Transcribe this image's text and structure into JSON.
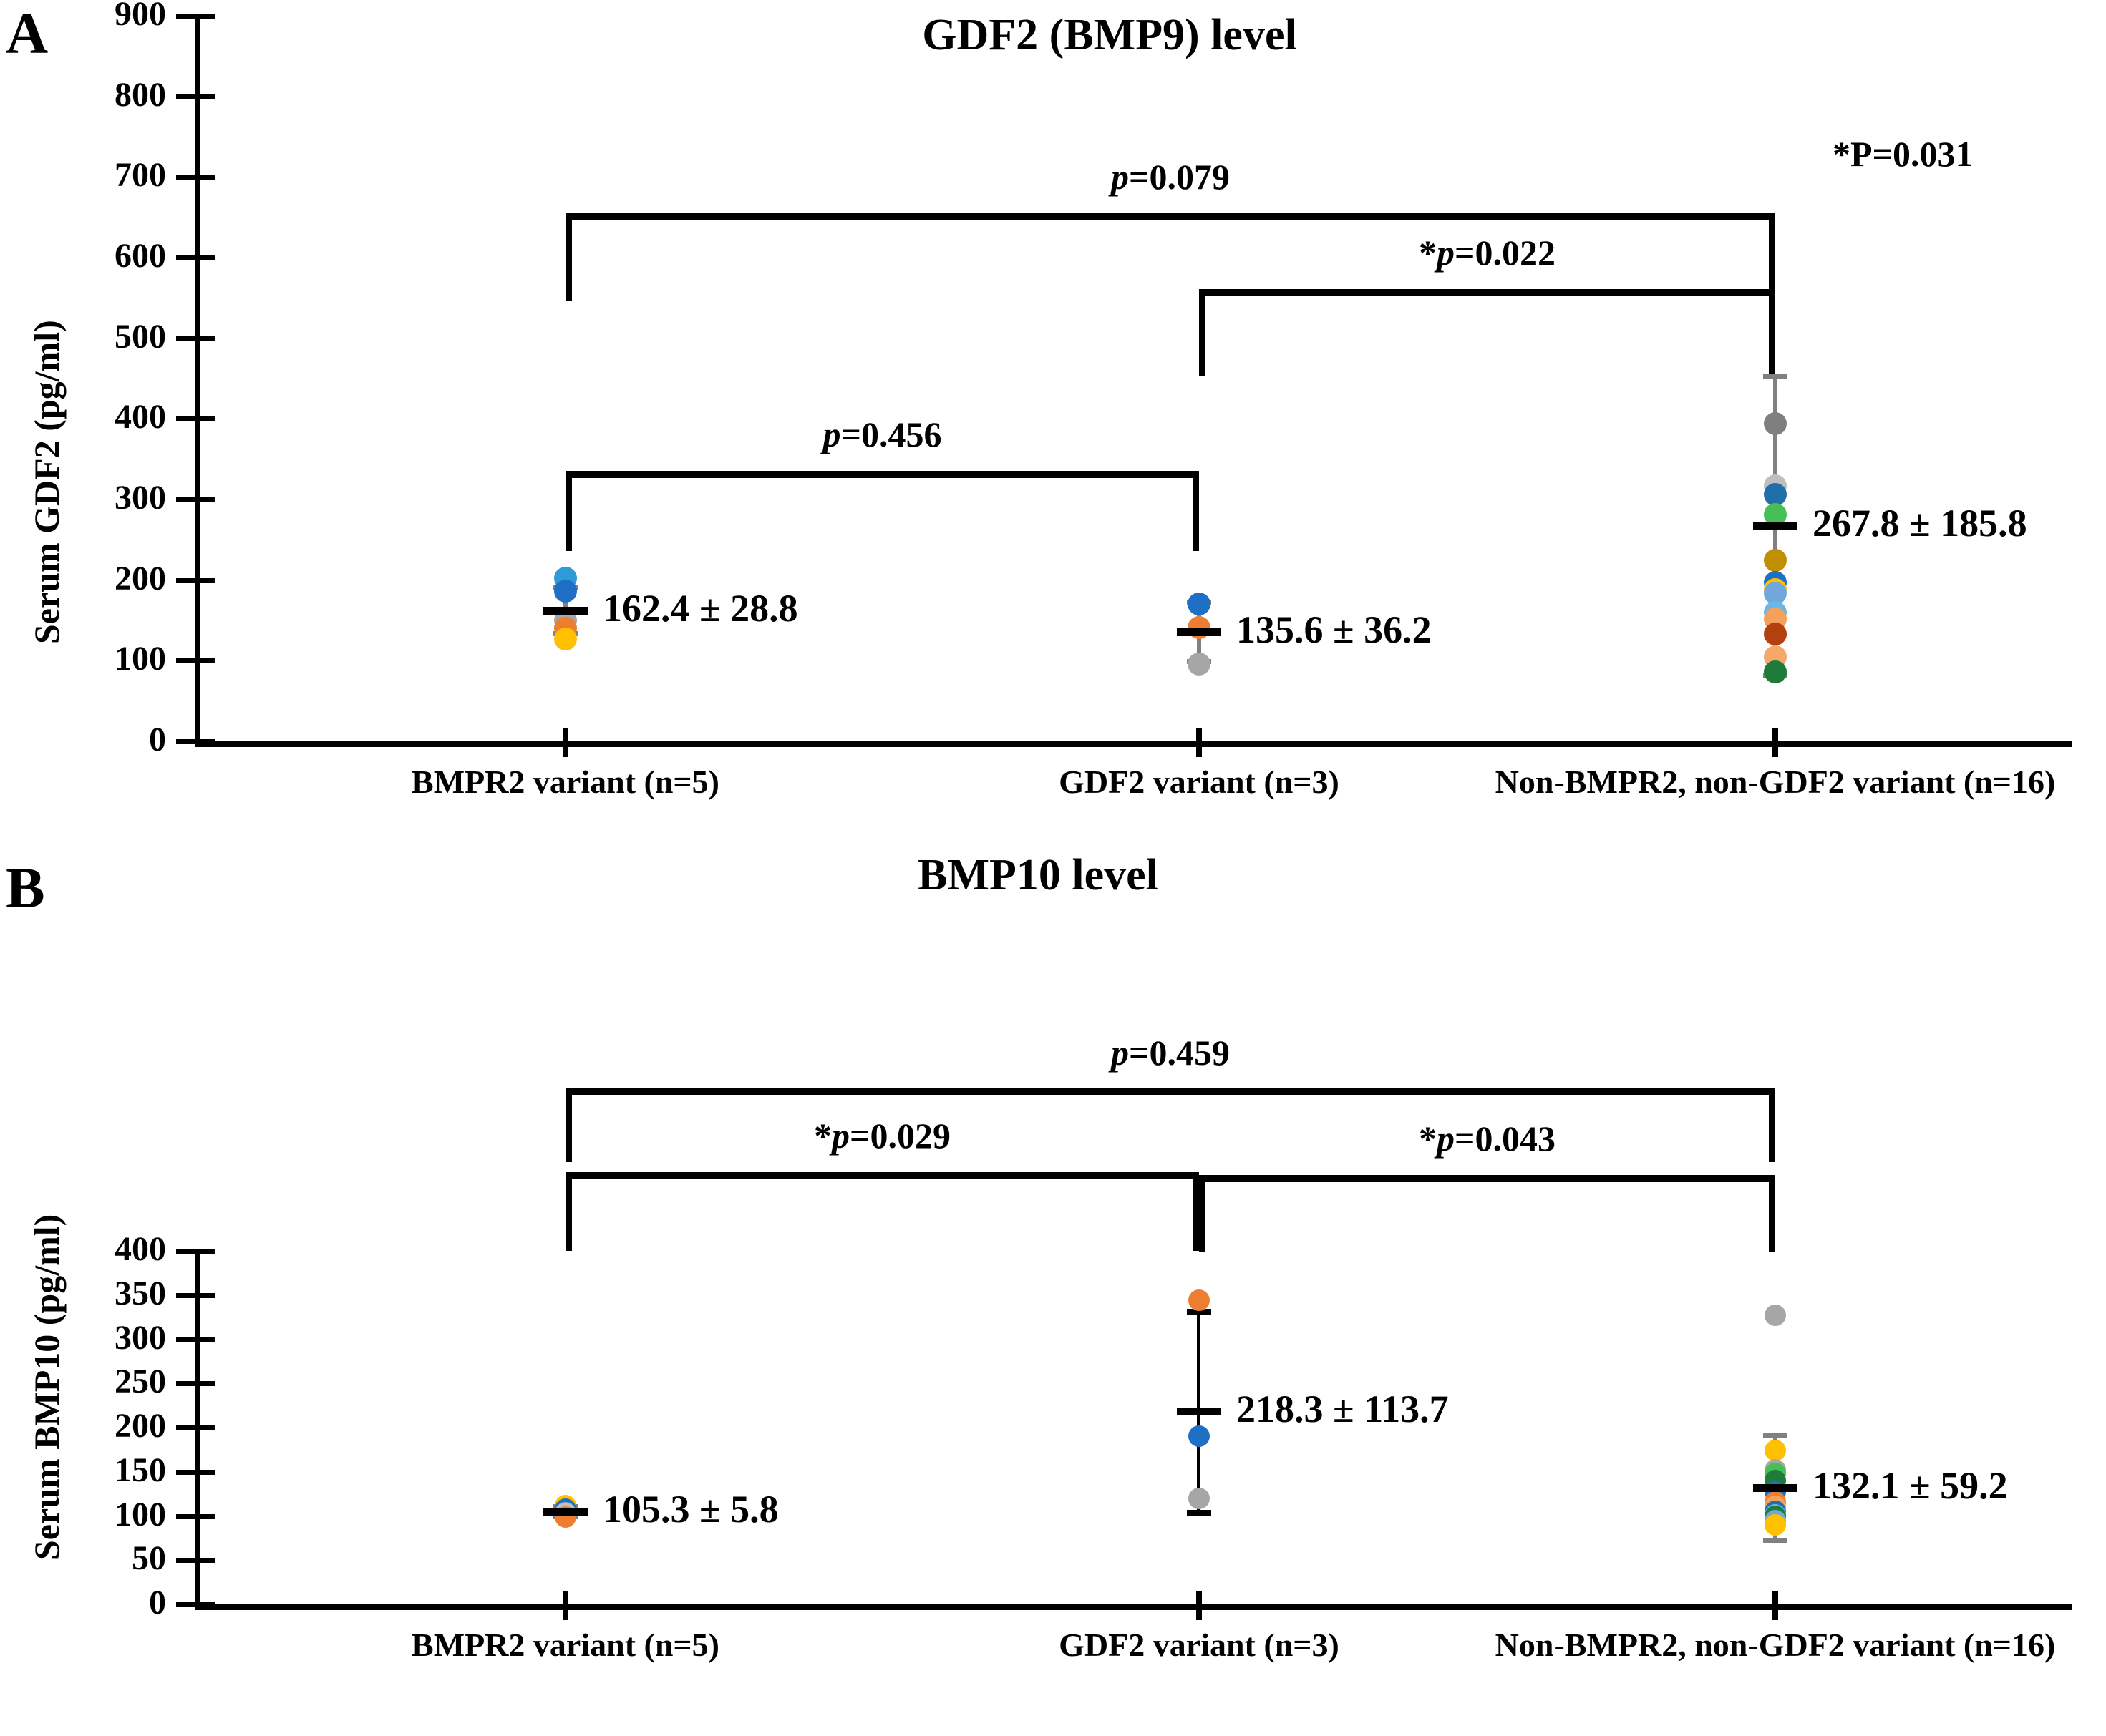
{
  "figure": {
    "panels": [
      {
        "letter": "A",
        "title": "GDF2 (BMP9) level",
        "ylabel": "Serum GDF2 (pg/ml)",
        "corner_pvalue": "*P=0.031",
        "yticks": [
          "0",
          "100",
          "200",
          "300",
          "400",
          "500",
          "600",
          "700",
          "800",
          "900"
        ],
        "xticks": [
          "BMPR2 variant (n=5)",
          "GDF2 variant (n=3)",
          "Non-BMPR2, non-GDF2 variant (n=16)"
        ],
        "brackets": [
          {
            "label": "p=0.079",
            "italic_prefix": "p",
            "rest": "=0.079",
            "star": ""
          },
          {
            "label": "*p=0.022",
            "italic_prefix": "p",
            "rest": "=0.022",
            "star": "*"
          },
          {
            "label": "p=0.456",
            "italic_prefix": "p",
            "rest": "=0.456",
            "star": ""
          }
        ],
        "groups": [
          {
            "name": "BMPR2 variant (n=5)",
            "mean_label": "162.4 ± 28.8",
            "mean": 162.4,
            "sd": 28.8
          },
          {
            "name": "GDF2 variant (n=3)",
            "mean_label": "135.6 ± 36.2",
            "mean": 135.6,
            "sd": 36.2
          },
          {
            "name": "Non-BMPR2, non-GDF2 variant (n=16)",
            "mean_label": "267.8 ± 185.8",
            "mean": 267.8,
            "sd": 185.8
          }
        ]
      },
      {
        "letter": "B",
        "title": "BMP10 level",
        "ylabel": "Serum BMP10 (pg/ml)",
        "corner_pvalue": "",
        "yticks": [
          "0",
          "50",
          "100",
          "150",
          "200",
          "250",
          "300",
          "350",
          "400"
        ],
        "xticks": [
          "BMPR2 variant (n=5)",
          "GDF2 variant (n=3)",
          "Non-BMPR2, non-GDF2 variant (n=16)"
        ],
        "brackets": [
          {
            "label": "p=0.459",
            "italic_prefix": "p",
            "rest": "=0.459",
            "star": ""
          },
          {
            "label": "*p=0.029",
            "italic_prefix": "p",
            "rest": "=0.029",
            "star": "*"
          },
          {
            "label": "*p=0.043",
            "italic_prefix": "p",
            "rest": "=0.043",
            "star": "*"
          }
        ],
        "groups": [
          {
            "name": "BMPR2 variant (n=5)",
            "mean_label": "105.3 ± 5.8",
            "mean": 105.3,
            "sd": 5.8
          },
          {
            "name": "GDF2 variant (n=3)",
            "mean_label": "218.3 ± 113.7",
            "mean": 218.3,
            "sd": 113.7
          },
          {
            "name": "Non-BMPR2, non-GDF2 variant (n=16)",
            "mean_label": "132.1 ± 59.2",
            "mean": 132.1,
            "sd": 59.2
          }
        ]
      }
    ]
  },
  "chart_data": [
    {
      "type": "scatter",
      "panel": "A",
      "title": "GDF2 (BMP9) level",
      "xlabel": "",
      "ylabel": "Serum GDF2 (pg/ml)",
      "ylim": [
        0,
        900
      ],
      "ytick_step": 100,
      "grid": false,
      "legend": "none",
      "categories": [
        "BMPR2 variant (n=5)",
        "GDF2 variant (n=3)",
        "Non-BMPR2, non-GDF2 variant (n=16)"
      ],
      "series": [
        {
          "name": "BMPR2 variant (n=5)",
          "mean": 162.4,
          "sd": 28.8,
          "mean_label": "162.4 ± 28.8",
          "points": [
            {
              "value": 202,
              "color": "#2E9BD6"
            },
            {
              "value": 186,
              "color": "#1F6FC4"
            },
            {
              "value": 150,
              "color": "#A6A6A6"
            },
            {
              "value": 140,
              "color": "#ED7D31"
            },
            {
              "value": 127,
              "color": "#FFC000"
            }
          ]
        },
        {
          "name": "GDF2 variant (n=3)",
          "mean": 135.6,
          "sd": 36.2,
          "mean_label": "135.6 ± 36.2",
          "points": [
            {
              "value": 170,
              "color": "#1F6FC4"
            },
            {
              "value": 141,
              "color": "#ED7D31"
            },
            {
              "value": 96,
              "color": "#A6A6A6"
            }
          ]
        },
        {
          "name": "Non-BMPR2, non-GDF2 variant (n=16)",
          "mean": 267.8,
          "sd": 185.8,
          "mean_label": "267.8 ± 185.8",
          "points": [
            {
              "value": 394,
              "color": "#7F7F7F"
            },
            {
              "value": 317,
              "color": "#BFBFBF"
            },
            {
              "value": 306,
              "color": "#1F6FA8"
            },
            {
              "value": 281,
              "color": "#46C055"
            },
            {
              "value": 225,
              "color": "#BF8F00"
            },
            {
              "value": 197,
              "color": "#1F6FC4"
            },
            {
              "value": 188,
              "color": "#FFC000"
            },
            {
              "value": 184,
              "color": "#6FA8DC"
            },
            {
              "value": 160,
              "color": "#67B7E8"
            },
            {
              "value": 152,
              "color": "#F4A15C"
            },
            {
              "value": 133,
              "color": "#B3400F"
            },
            {
              "value": 105,
              "color": "#F4A86A"
            },
            {
              "value": 86,
              "color": "#1E7B3C"
            }
          ]
        }
      ],
      "annotations": [
        {
          "text": "p=0.079",
          "between": [
            "BMPR2 variant (n=5)",
            "Non-BMPR2, non-GDF2 variant (n=16)"
          ]
        },
        {
          "text": "*p=0.022",
          "between": [
            "GDF2 variant (n=3)",
            "Non-BMPR2, non-GDF2 variant (n=16)"
          ]
        },
        {
          "text": "p=0.456",
          "between": [
            "BMPR2 variant (n=5)",
            "GDF2 variant (n=3)"
          ]
        },
        {
          "text": "*P=0.031",
          "between": []
        }
      ]
    },
    {
      "type": "scatter",
      "panel": "B",
      "title": "BMP10 level",
      "xlabel": "",
      "ylabel": "Serum BMP10 (pg/ml)",
      "ylim": [
        0,
        400
      ],
      "ytick_step": 50,
      "grid": false,
      "legend": "none",
      "categories": [
        "BMPR2 variant (n=5)",
        "GDF2 variant (n=3)",
        "Non-BMPR2, non-GDF2 variant (n=16)"
      ],
      "series": [
        {
          "name": "BMPR2 variant (n=5)",
          "mean": 105.3,
          "sd": 5.8,
          "mean_label": "105.3 ± 5.8",
          "points": [
            {
              "value": 112,
              "color": "#FFC000"
            },
            {
              "value": 108,
              "color": "#1F6FC4"
            },
            {
              "value": 104,
              "color": "#A6A6A6"
            },
            {
              "value": 103,
              "color": "#BFBFBF"
            },
            {
              "value": 99,
              "color": "#ED7D31"
            }
          ]
        },
        {
          "name": "GDF2 variant (n=3)",
          "mean": 218.3,
          "sd": 113.7,
          "mean_label": "218.3 ± 113.7",
          "points": [
            {
              "value": 344,
              "color": "#ED7D31"
            },
            {
              "value": 190,
              "color": "#1F6FC4"
            },
            {
              "value": 120,
              "color": "#A6A6A6"
            }
          ]
        },
        {
          "name": "Non-BMPR2, non-GDF2 variant (n=16)",
          "mean": 132.1,
          "sd": 59.2,
          "mean_label": "132.1 ± 59.2",
          "points": [
            {
              "value": 327,
              "color": "#A6A6A6"
            },
            {
              "value": 174,
              "color": "#FFC000"
            },
            {
              "value": 152,
              "color": "#A6A6A6"
            },
            {
              "value": 148,
              "color": "#46C055"
            },
            {
              "value": 140,
              "color": "#1E7B3C"
            },
            {
              "value": 127,
              "color": "#1F6FC4"
            },
            {
              "value": 116,
              "color": "#ED7D31"
            },
            {
              "value": 111,
              "color": "#F4A15C"
            },
            {
              "value": 105,
              "color": "#1F6FA8"
            },
            {
              "value": 101,
              "color": "#67B7E8"
            },
            {
              "value": 100,
              "color": "#1E7B3C"
            },
            {
              "value": 95,
              "color": "#6FA8DC"
            },
            {
              "value": 90,
              "color": "#FFC000"
            }
          ]
        }
      ],
      "annotations": [
        {
          "text": "p=0.459",
          "between": [
            "BMPR2 variant (n=5)",
            "Non-BMPR2, non-GDF2 variant (n=16)"
          ]
        },
        {
          "text": "*p=0.029",
          "between": [
            "BMPR2 variant (n=5)",
            "GDF2 variant (n=3)"
          ]
        },
        {
          "text": "*p=0.043",
          "between": [
            "GDF2 variant (n=3)",
            "Non-BMPR2, non-GDF2 variant (n=16)"
          ]
        }
      ]
    }
  ]
}
